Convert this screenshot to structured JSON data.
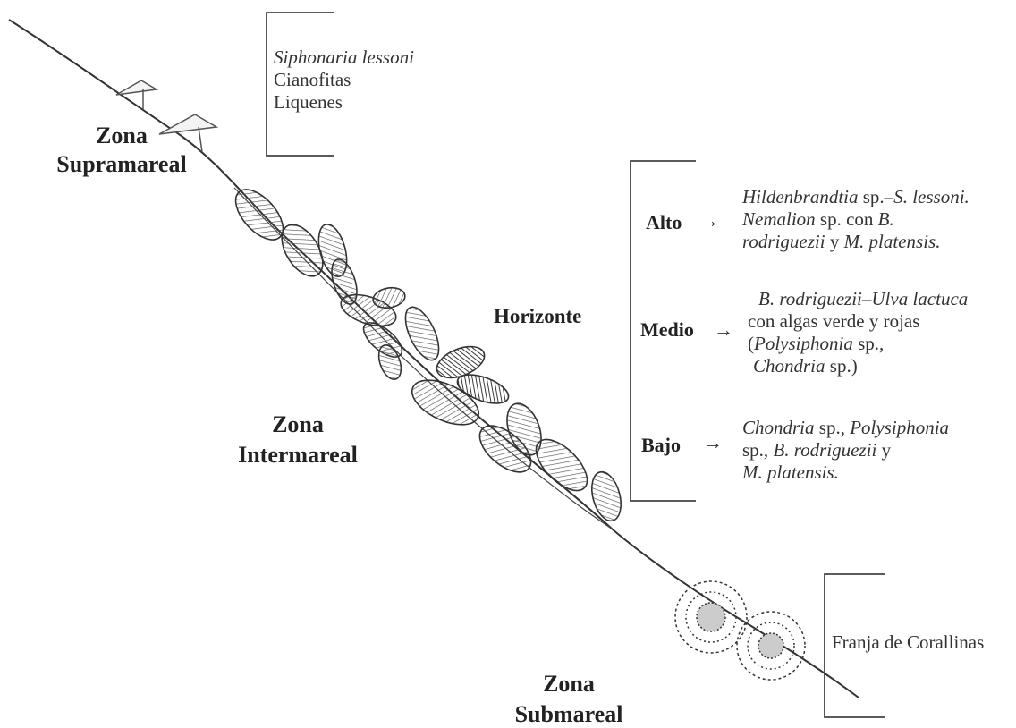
{
  "zones": {
    "supramareal": {
      "line1": "Zona",
      "line2": "Supramareal"
    },
    "intermareal": {
      "line1": "Zona",
      "line2": "Intermareal"
    },
    "submareal": {
      "line1": "Zona",
      "line2": "Submareal"
    }
  },
  "supralittoral_species": [
    "Siphonaria lessoni",
    "Cianofitas",
    "Liquenes"
  ],
  "horizons": {
    "title": "Horizonte",
    "arrow": "→",
    "levels": [
      {
        "name": "Alto",
        "desc": [
          "Hildenbrandtia",
          " sp.–",
          "S. lessoni.",
          "Nemalion",
          " sp. con ",
          "B.",
          "rodriguezii",
          " y ",
          "M. platensis."
        ]
      },
      {
        "name": "Medio",
        "desc": [
          "B. rodriguezii–Ulva lactuca",
          "con algas verde y rojas",
          "(",
          "Polysiphonia",
          " sp.,",
          "Chondria",
          " sp.)"
        ]
      },
      {
        "name": "Bajo",
        "desc": [
          "Chondria",
          " sp., ",
          "Polysiphonia",
          "sp., ",
          "B. rodriguezii",
          " y",
          "M. platensis."
        ]
      }
    ]
  },
  "coralline_label": "Franja de Corallinas"
}
